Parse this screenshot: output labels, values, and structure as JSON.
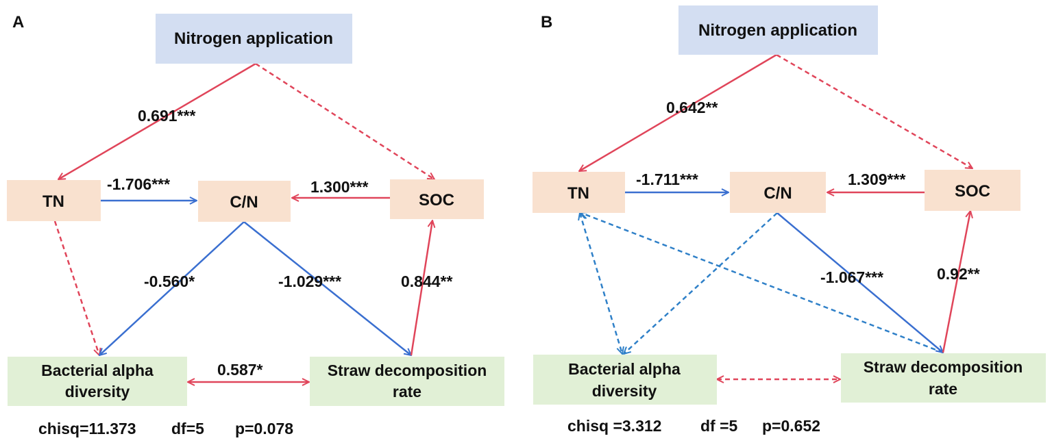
{
  "colors": {
    "positive_path": "#e0455a",
    "negative_path": "#3a6fd0",
    "negative_dashed": "#2f80c8",
    "nitrogen_box": "#d3def2",
    "soil_box": "#f9e1cf",
    "outcome_box": "#e1f0d6"
  },
  "panel_a": {
    "letter": "A",
    "nodes": {
      "nitrogen": "Nitrogen application",
      "tn": "TN",
      "cn": "C/N",
      "soc": "SOC",
      "bacterial_line1": "Bacterial alpha",
      "bacterial_line2": "diversity",
      "straw_line1": "Straw decomposition",
      "straw_line2": "rate"
    },
    "coefficients": {
      "n_to_tn": "0.691***",
      "tn_to_cn": "-1.706***",
      "soc_to_cn": "1.300***",
      "cn_to_bac": "-0.560*",
      "cn_to_straw": "-1.029***",
      "straw_to_soc": "0.844**",
      "bac_straw": "0.587*"
    },
    "fit": {
      "chisq": "chisq=11.373",
      "df": "df=5",
      "p": "p=0.078"
    }
  },
  "panel_b": {
    "letter": "B",
    "nodes": {
      "nitrogen": "Nitrogen application",
      "tn": "TN",
      "cn": "C/N",
      "soc": "SOC",
      "bacterial_line1": "Bacterial alpha",
      "bacterial_line2": "diversity",
      "straw_line1": "Straw decomposition",
      "straw_line2": "rate"
    },
    "coefficients": {
      "n_to_tn": "0.642**",
      "tn_to_cn": "-1.711***",
      "soc_to_cn": "1.309***",
      "cn_to_straw": "-1.067***",
      "straw_to_soc": "0.92**"
    },
    "fit": {
      "chisq": "chisq =3.312",
      "df": "df =5",
      "p": "p=0.652"
    }
  }
}
